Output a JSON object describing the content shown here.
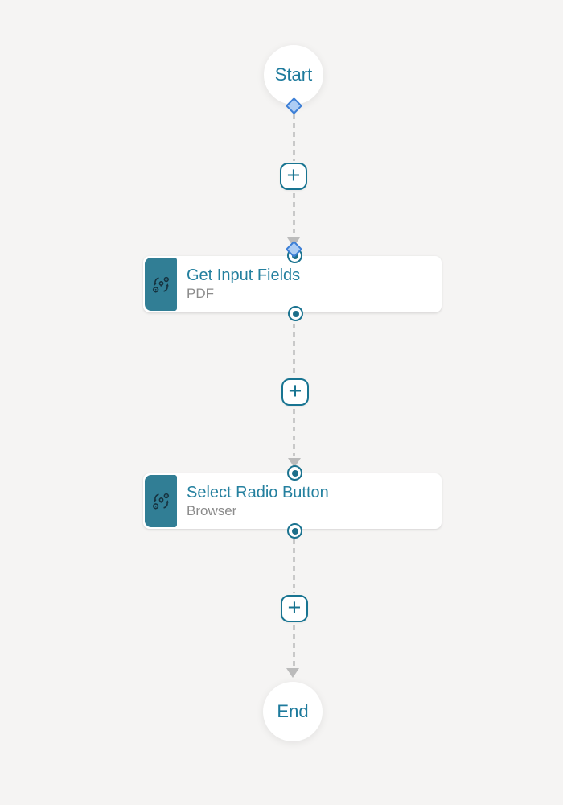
{
  "start_node": {
    "label": "Start"
  },
  "end_node": {
    "label": "End"
  },
  "steps": [
    {
      "title": "Get Input Fields",
      "subtitle": "PDF",
      "icon": "automation-process-gears-icon"
    },
    {
      "title": "Select Radio Button",
      "subtitle": "Browser",
      "icon": "automation-process-gears-icon"
    }
  ],
  "add_step": {
    "label": "+"
  },
  "icons": {
    "step_icon": "automation-process-gears-icon",
    "add_icon": "plus-icon",
    "edge_arrow_icon": "arrowhead-down-icon",
    "edge_handle_icon": "diamond-handle-icon",
    "port_icon": "connector-port-icon"
  },
  "colors": {
    "background": "#f5f4f3",
    "accent_text_teal": "#1d7a9c",
    "border_teal": "#187491",
    "step_icon_bg": "#317e95",
    "subtitle_gray": "#8b8b8b",
    "edge_gray": "#c9c9c9",
    "arrow_gray": "#bbbbbb",
    "handle_blue_border": "#3d7fd6",
    "handle_blue_fill": "#aecdf4"
  }
}
